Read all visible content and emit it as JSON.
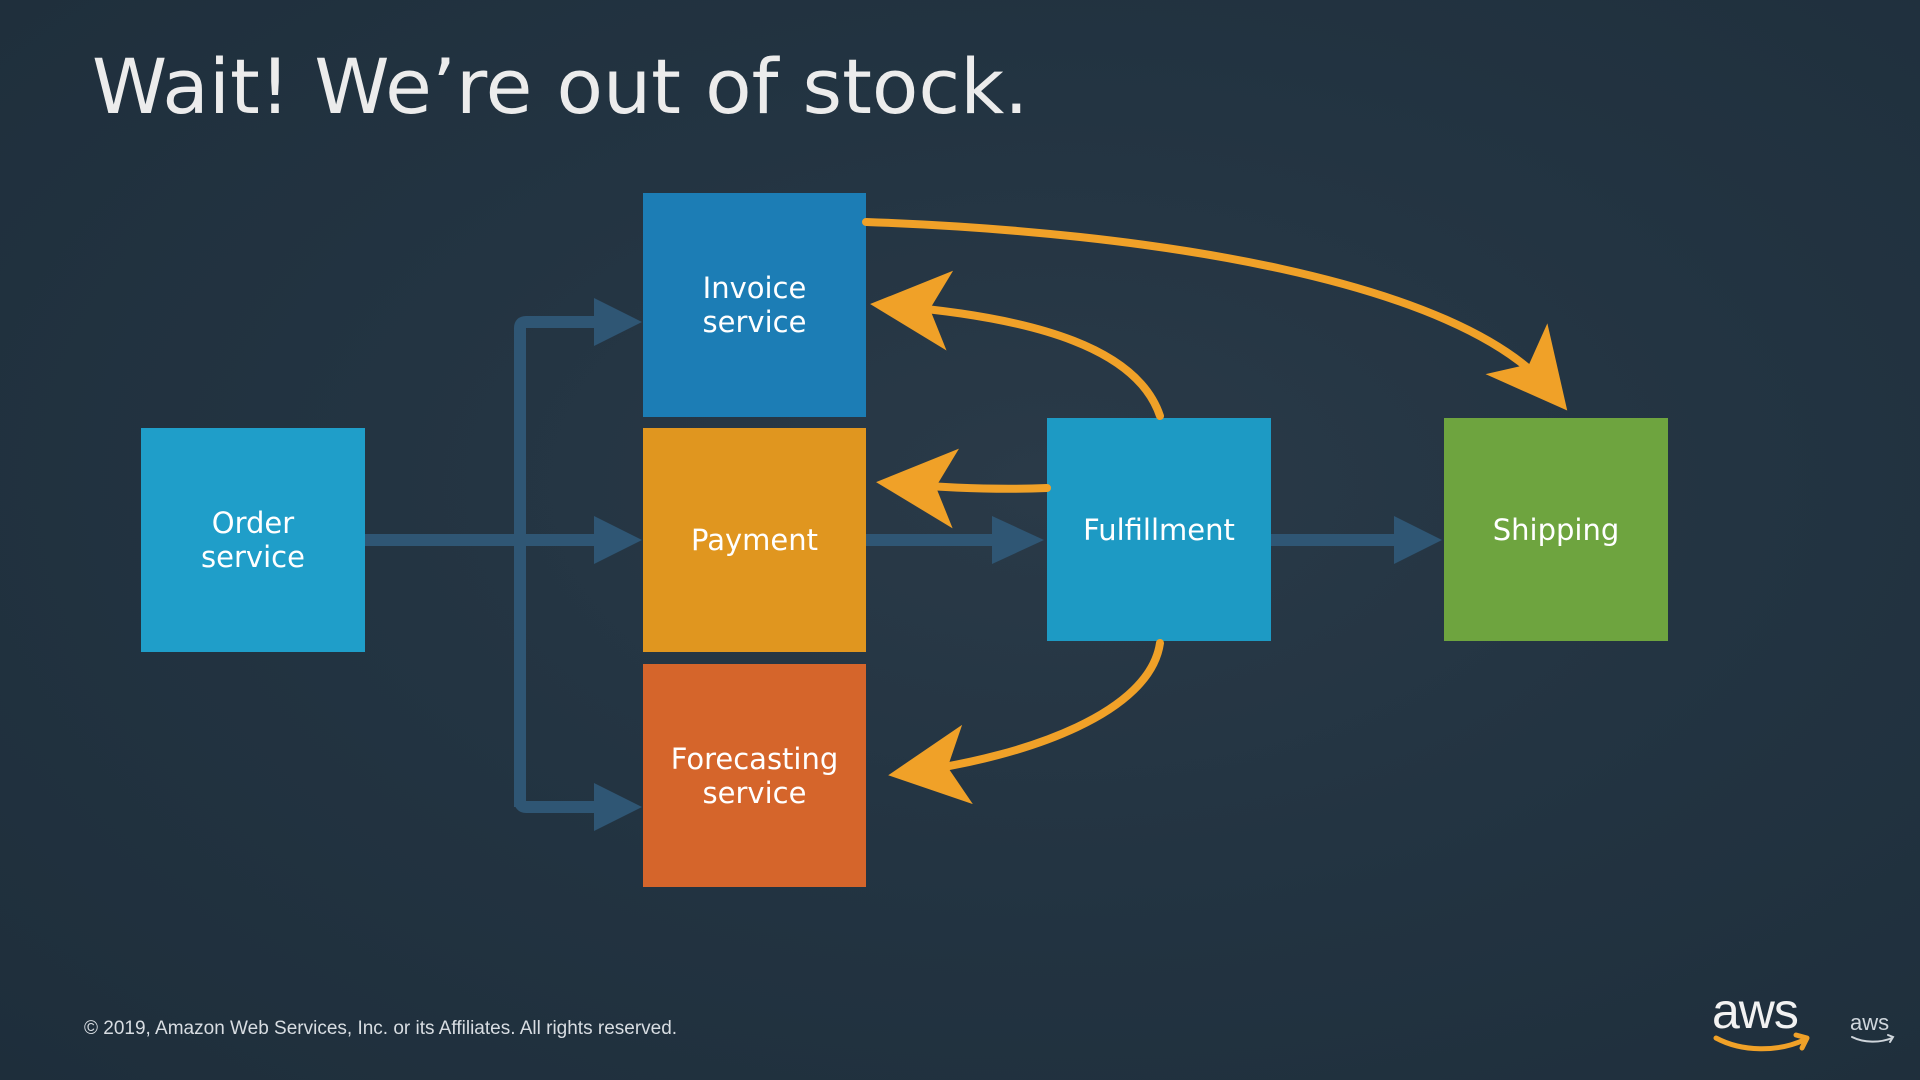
{
  "slide": {
    "title": "Wait! We’re out of stock.",
    "footer": "© 2019, Amazon Web Services, Inc. or its Affiliates. All rights reserved.",
    "logo_text": "aws",
    "logo_text_small": "aws"
  },
  "nodes": {
    "order": {
      "label": "Order\nservice",
      "color": "#1f9ec9"
    },
    "invoice": {
      "label": "Invoice\nservice",
      "color": "#1c7db5"
    },
    "payment": {
      "label": "Payment",
      "color": "#e0961f"
    },
    "forecasting": {
      "label": "Forecasting\nservice",
      "color": "#d5652b"
    },
    "fulfillment": {
      "label": "Fulfillment",
      "color": "#1d9ac4"
    },
    "shipping": {
      "label": "Shipping",
      "color": "#6ea43f"
    }
  },
  "colors": {
    "flow_arrow": "#2f5674",
    "event_arrow": "#f0a128",
    "background": "#233442"
  }
}
